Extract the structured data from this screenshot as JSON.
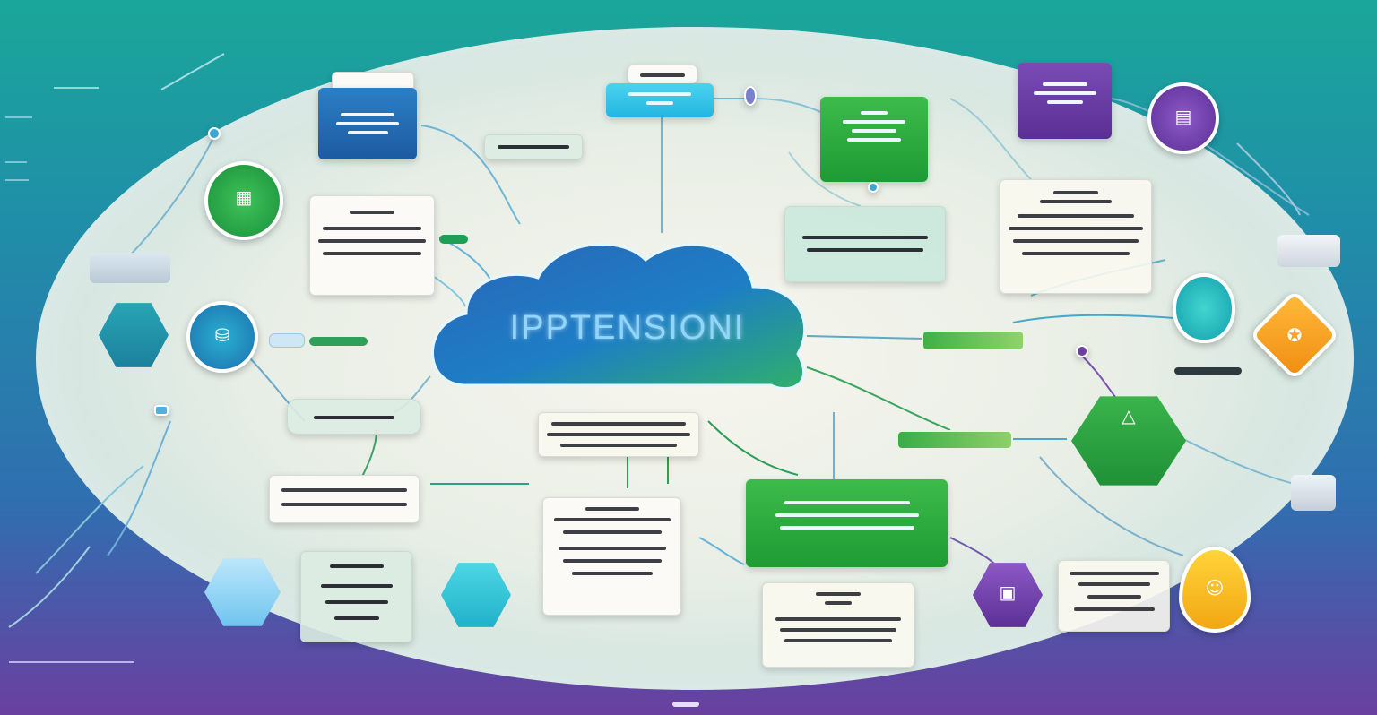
{
  "diagram": {
    "center_label": "IPPTENSIONI",
    "colors": {
      "blue": "#1d5aa0",
      "green": "#1e9b33",
      "cyan": "#22b6e0",
      "purple": "#5a2f94",
      "orange": "#f5a51c",
      "yellow": "#f6c21a",
      "teal": "#1aa79a"
    },
    "nodes": [
      {
        "name": "cloud-center",
        "shape": "cloud",
        "color": "blue"
      },
      {
        "name": "blue-card-top-left",
        "shape": "card",
        "color": "blue"
      },
      {
        "name": "cyan-card-top",
        "shape": "card",
        "color": "cyan"
      },
      {
        "name": "green-card-top",
        "shape": "card",
        "color": "green"
      },
      {
        "name": "purple-card-top-right",
        "shape": "card",
        "color": "purple"
      },
      {
        "name": "purple-circle-top-right",
        "shape": "circle",
        "color": "purple"
      },
      {
        "name": "green-circle-left",
        "shape": "circle",
        "color": "green"
      },
      {
        "name": "teal-circle-left",
        "shape": "hex",
        "color": "teal"
      },
      {
        "name": "blue-circle-left",
        "shape": "circle",
        "color": "blue"
      },
      {
        "name": "light-blue-hex-bottom-left",
        "shape": "hex",
        "color": "cyan"
      },
      {
        "name": "cyan-hex-bottom",
        "shape": "hex",
        "color": "cyan"
      },
      {
        "name": "green-card-bottom",
        "shape": "card",
        "color": "green"
      },
      {
        "name": "green-hex-right",
        "shape": "hex",
        "color": "green"
      },
      {
        "name": "teal-circle-right",
        "shape": "circle",
        "color": "teal"
      },
      {
        "name": "orange-diamond-right",
        "shape": "diamond",
        "color": "orange"
      },
      {
        "name": "purple-hex-bottom-right",
        "shape": "hex",
        "color": "purple"
      },
      {
        "name": "yellow-drop-bottom-right",
        "shape": "drop",
        "color": "yellow"
      }
    ]
  }
}
